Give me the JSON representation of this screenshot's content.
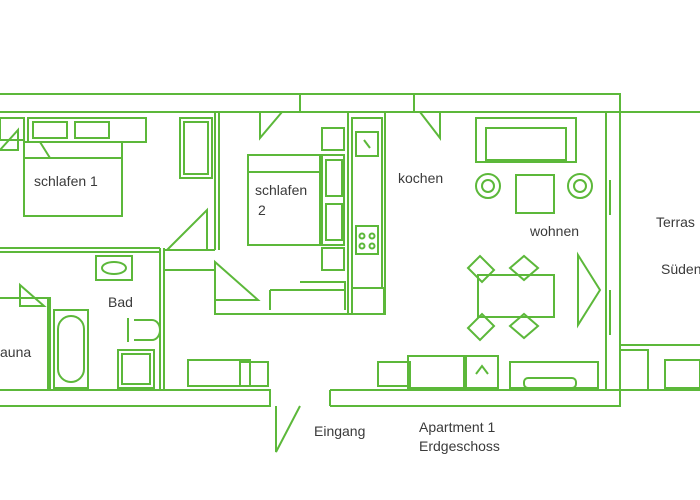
{
  "colors": {
    "plan_line": "#5cb83a",
    "text": "#3a3a3a",
    "background": "#ffffff"
  },
  "rooms": {
    "schlafen1": "schlafen 1",
    "schlafen2_line1": "schlafen",
    "schlafen2_line2": "2",
    "kochen": "kochen",
    "wohnen": "wohnen",
    "bad": "Bad",
    "sauna": "auna",
    "terrasse": "Terras",
    "sueden": "Süden"
  },
  "footer": {
    "eingang": "Eingang",
    "apartment": "Apartment 1",
    "floor": "Erdgeschoss"
  }
}
